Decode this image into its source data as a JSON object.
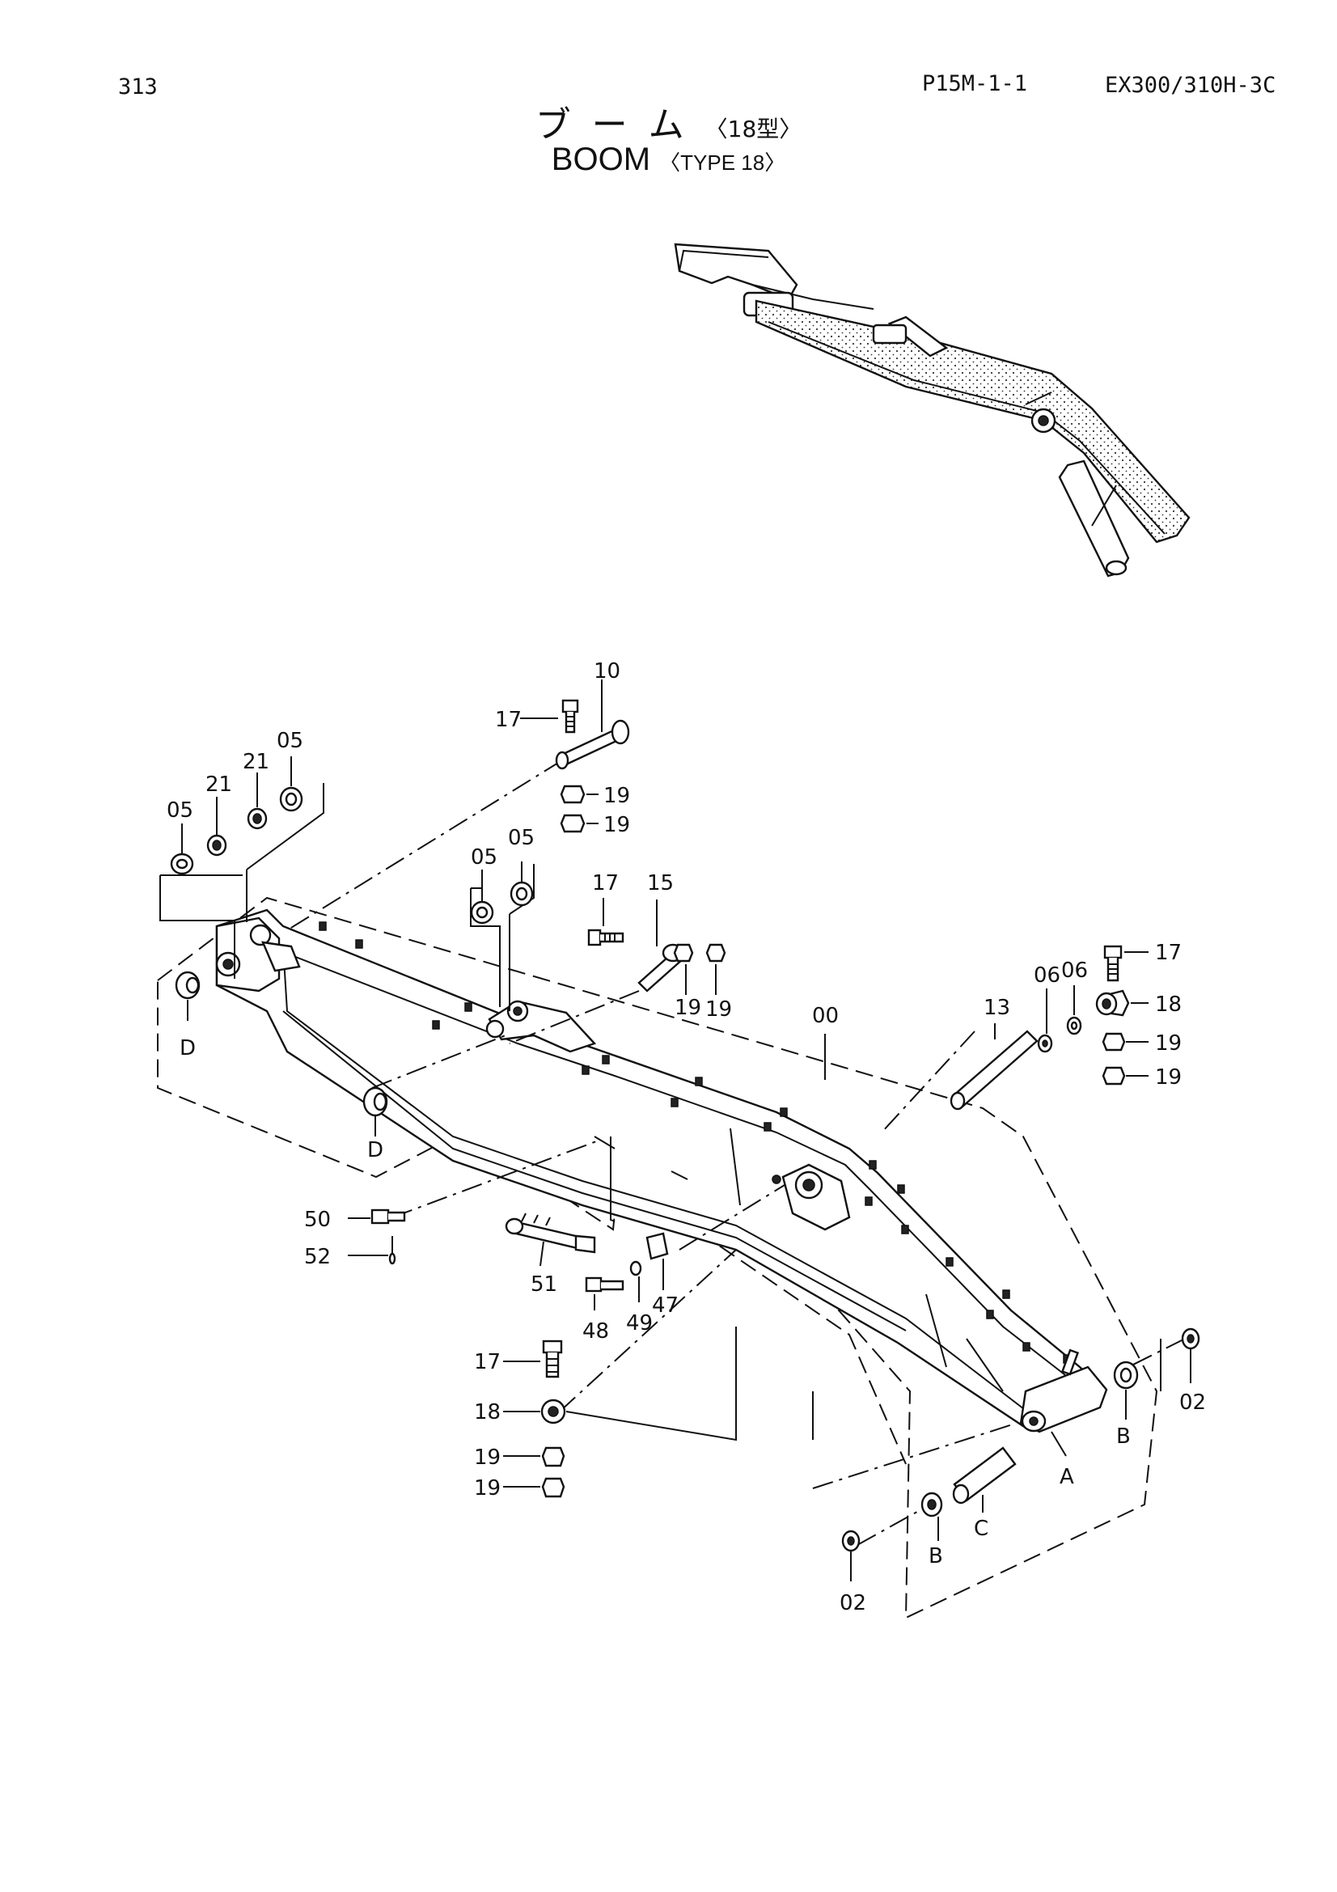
{
  "header": {
    "page_number": "313",
    "page_code": "P15M-1-1",
    "model": "EX300/310H-3C"
  },
  "title": {
    "jp_main": "ブ ー ム",
    "jp_sub": "〈18型〉",
    "en_main": "BOOM",
    "en_sub": "〈TYPE 18〉"
  },
  "callouts": {
    "c00": "00",
    "c02a": "02",
    "c02b": "02",
    "c05a": "05",
    "c05b": "05",
    "c05c": "05",
    "c05d": "05",
    "c06a": "06",
    "c06b": "06",
    "c10": "10",
    "c13": "13",
    "c15": "15",
    "c17a": "17",
    "c17b": "17",
    "c17c": "17",
    "c17d": "17",
    "c18a": "18",
    "c18b": "18",
    "c19a": "19",
    "c19b": "19",
    "c19c": "19",
    "c19d": "19",
    "c19e": "19",
    "c19f": "19",
    "c19g": "19",
    "c19h": "19",
    "c21a": "21",
    "c21b": "21",
    "c47": "47",
    "c48": "48",
    "c49": "49",
    "c50": "50",
    "c51": "51",
    "c52": "52",
    "cA": "A",
    "cBa": "B",
    "cBb": "B",
    "cC": "C",
    "cDa": "D",
    "cDb": "D"
  }
}
